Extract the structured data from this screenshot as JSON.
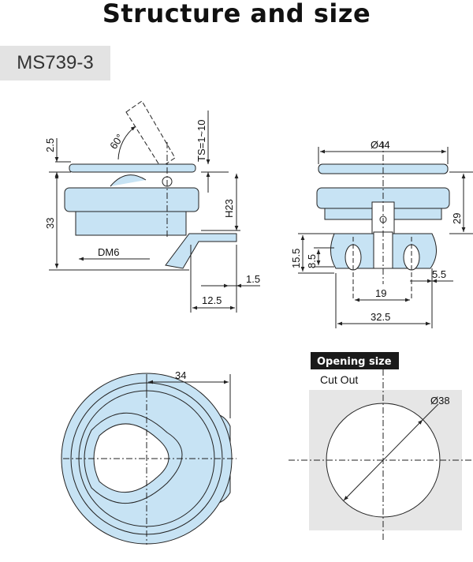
{
  "title": "Structure and size",
  "model": "MS739-3",
  "colors": {
    "part_fill": "#c7e3f4",
    "line": "#222222",
    "cutout_panel": "#e6e6e6",
    "badge_bg": "#1a1a1a"
  },
  "side_view": {
    "dims": {
      "flange": "2.5",
      "angle": "60°",
      "ts": "TS=1~10",
      "height": "33",
      "h23": "H23",
      "thread": "DM6",
      "plate": "1.5",
      "width": "12.5"
    }
  },
  "front_view": {
    "dims": {
      "diameter": "Ø44",
      "height": "29",
      "total": "15.5",
      "slot": "8.5",
      "hole_spacing": "19",
      "offset": "5.5",
      "width": "32.5"
    }
  },
  "top_view": {
    "dims": {
      "width": "34"
    }
  },
  "opening": {
    "badge": "Opening size",
    "label": "Cut Out",
    "diameter": "Ø38"
  }
}
